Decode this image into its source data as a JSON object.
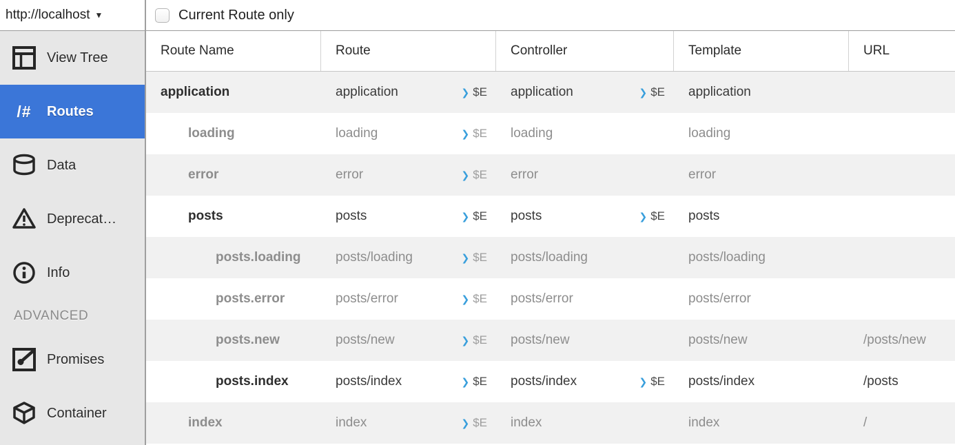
{
  "url_selector": {
    "label": "http://localhost",
    "caret": "▼"
  },
  "sidebar": {
    "items": [
      {
        "label": "View Tree",
        "icon": "view-tree-icon",
        "selected": false
      },
      {
        "label": "Routes",
        "icon": "routes-icon",
        "selected": true,
        "icon_glyph": "/#"
      },
      {
        "label": "Data",
        "icon": "database-icon",
        "selected": false
      },
      {
        "label": "Deprecat…",
        "icon": "warning-icon",
        "selected": false
      },
      {
        "label": "Info",
        "icon": "info-icon",
        "selected": false
      },
      {
        "label": "ADVANCED",
        "type": "section"
      },
      {
        "label": "Promises",
        "icon": "promises-icon",
        "selected": false
      },
      {
        "label": "Container",
        "icon": "container-icon",
        "selected": false
      }
    ]
  },
  "toolbar": {
    "checkbox_label": "Current Route only",
    "checked": false
  },
  "table": {
    "columns": [
      "Route Name",
      "Route",
      "Controller",
      "Template",
      "URL"
    ],
    "inspect_label": "$E",
    "chevron_glyph": "❯",
    "rows": [
      {
        "name": "application",
        "indent": 0,
        "active": true,
        "route": "application",
        "route_inspect": true,
        "controller": "application",
        "controller_inspect": true,
        "template": "application",
        "url": ""
      },
      {
        "name": "loading",
        "indent": 1,
        "active": false,
        "route": "loading",
        "route_inspect": true,
        "controller": "loading",
        "controller_inspect": false,
        "template": "loading",
        "url": ""
      },
      {
        "name": "error",
        "indent": 1,
        "active": false,
        "route": "error",
        "route_inspect": true,
        "controller": "error",
        "controller_inspect": false,
        "template": "error",
        "url": ""
      },
      {
        "name": "posts",
        "indent": 1,
        "active": true,
        "route": "posts",
        "route_inspect": true,
        "controller": "posts",
        "controller_inspect": true,
        "template": "posts",
        "url": ""
      },
      {
        "name": "posts.loading",
        "indent": 2,
        "active": false,
        "route": "posts/loading",
        "route_inspect": true,
        "controller": "posts/loading",
        "controller_inspect": false,
        "template": "posts/loading",
        "url": ""
      },
      {
        "name": "posts.error",
        "indent": 2,
        "active": false,
        "route": "posts/error",
        "route_inspect": true,
        "controller": "posts/error",
        "controller_inspect": false,
        "template": "posts/error",
        "url": ""
      },
      {
        "name": "posts.new",
        "indent": 2,
        "active": false,
        "route": "posts/new",
        "route_inspect": true,
        "controller": "posts/new",
        "controller_inspect": false,
        "template": "posts/new",
        "url": "/posts/new"
      },
      {
        "name": "posts.index",
        "indent": 2,
        "active": true,
        "route": "posts/index",
        "route_inspect": true,
        "controller": "posts/index",
        "controller_inspect": true,
        "template": "posts/index",
        "url": "/posts"
      },
      {
        "name": "index",
        "indent": 1,
        "active": false,
        "route": "index",
        "route_inspect": true,
        "controller": "index",
        "controller_inspect": false,
        "template": "index",
        "url": "/"
      }
    ]
  },
  "colors": {
    "selected_item_blue": "#3b76d8",
    "inspect_chevron_blue": "#399fdc",
    "zebra_row_gray": "#f1f1f1",
    "sidebar_gray": "#e7e7e7",
    "active_text": "#3a3a3a",
    "inactive_text": "#8d8d8d"
  }
}
